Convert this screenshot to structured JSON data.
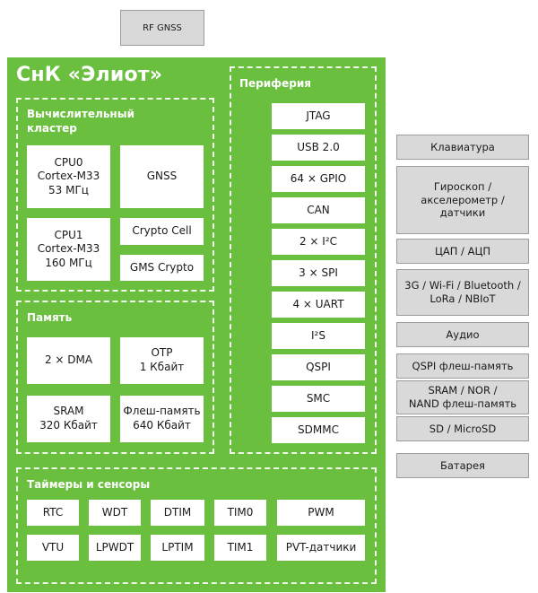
{
  "rf_gnss": "RF GNSS",
  "soc_title": "СнК «Элиот»",
  "compute": {
    "title": "Вычислительный\nкластер",
    "cpu0": "CPU0\nCortex-M33\n53 МГц",
    "gnss": "GNSS",
    "cpu1": "CPU1\nCortex-M33\n160 МГц",
    "crypto_cell": "Crypto Cell",
    "gms_crypto": "GMS Crypto"
  },
  "memory": {
    "title": "Память",
    "dma": "2 × DMA",
    "otp": "OTP\n1 Кбайт",
    "sram": "SRAM\n320 Кбайт",
    "flash": "Флеш-память\n640 Кбайт"
  },
  "periphery": {
    "title": "Периферия",
    "items": [
      "JTAG",
      "USB 2.0",
      "64 × GPIO",
      "CAN",
      "2 × I²C",
      "3 × SPI",
      "4 × UART",
      "I²S",
      "QSPI",
      "SMC",
      "SDMMC"
    ]
  },
  "timers": {
    "title": "Таймеры и сенсоры",
    "row1": [
      "RTC",
      "WDT",
      "DTIM",
      "TIM0",
      "PWM"
    ],
    "row2": [
      "VTU",
      "LPWDT",
      "LPTIM",
      "TIM1",
      "PVT-датчики"
    ]
  },
  "external": [
    "Клавиатура",
    "Гироскоп /\nакселерометр /\nдатчики",
    "ЦАП / АЦП",
    "3G / Wi-Fi / Bluetooth /\nLoRa / NBIoT",
    "Аудио",
    "QSPI флеш-память",
    "SRAM / NOR /\nNAND флеш-память",
    "SD / MicroSD",
    "Батарея"
  ],
  "colors": {
    "soc_green": "#6bbf3f",
    "external_gray": "#d9d9d9"
  }
}
